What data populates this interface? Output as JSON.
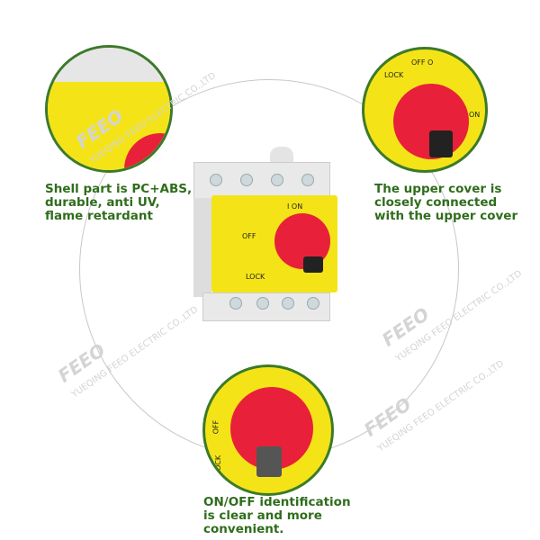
{
  "captions": {
    "shell": [
      "Shell part is PC+ABS,",
      "durable, anti UV,",
      "flame retardant"
    ],
    "cover": [
      "The upper cover is",
      "closely connected",
      "with the upper cover"
    ],
    "onoff": [
      "ON/OFF identification",
      "is clear and more",
      "convenient."
    ]
  },
  "switch_labels": {
    "on": "I ON",
    "off": "OFF",
    "lock": "LOCK",
    "off_dot": "OFF O",
    "on_side": "ON"
  },
  "watermark": {
    "brand": "FEEO",
    "company": "YUEQING FEEO ELECTRIC CO.,LTD"
  },
  "colors": {
    "caption": "#2f6d1c",
    "ring": "#3c7a2a",
    "yellow": "#f4e417",
    "red": "#e8203a"
  }
}
